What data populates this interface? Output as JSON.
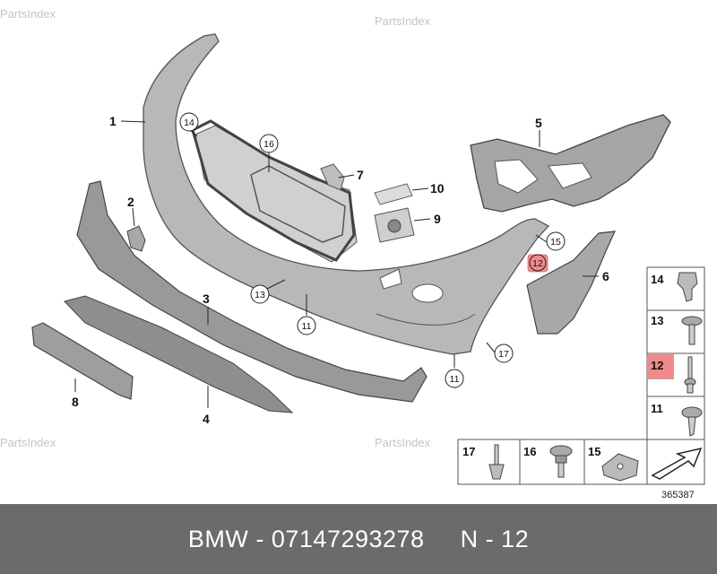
{
  "watermark": "PartsIndex",
  "diagram_number": "365387",
  "colors": {
    "part_fill": "#b8b8b8",
    "part_stroke": "#555555",
    "highlight": "#f08a8a",
    "footer_bg": "#6b6b6b"
  },
  "callouts": {
    "c1": "1",
    "c2": "2",
    "c3": "3",
    "c4": "4",
    "c5": "5",
    "c6": "6",
    "c7": "7",
    "c8": "8",
    "c9": "9",
    "c10": "10",
    "c11a": "11",
    "c11b": "11",
    "c12": "12",
    "c13": "13",
    "c14": "14",
    "c15": "15",
    "c16": "16",
    "c17": "17"
  },
  "legend": [
    {
      "number": "14",
      "icon": "clip-icon"
    },
    {
      "number": "13",
      "icon": "washer-screw-icon"
    },
    {
      "number": "12",
      "icon": "rivet-pin-icon",
      "highlighted": true
    },
    {
      "number": "11",
      "icon": "flange-screw-icon"
    },
    {
      "number": "17",
      "icon": "expanding-rivet-icon"
    },
    {
      "number": "16",
      "icon": "collar-screw-icon"
    },
    {
      "number": "15",
      "icon": "spring-nut-icon"
    }
  ],
  "footer": {
    "brand": "BMW",
    "part_number": "07147293278",
    "position": "N - 12"
  }
}
